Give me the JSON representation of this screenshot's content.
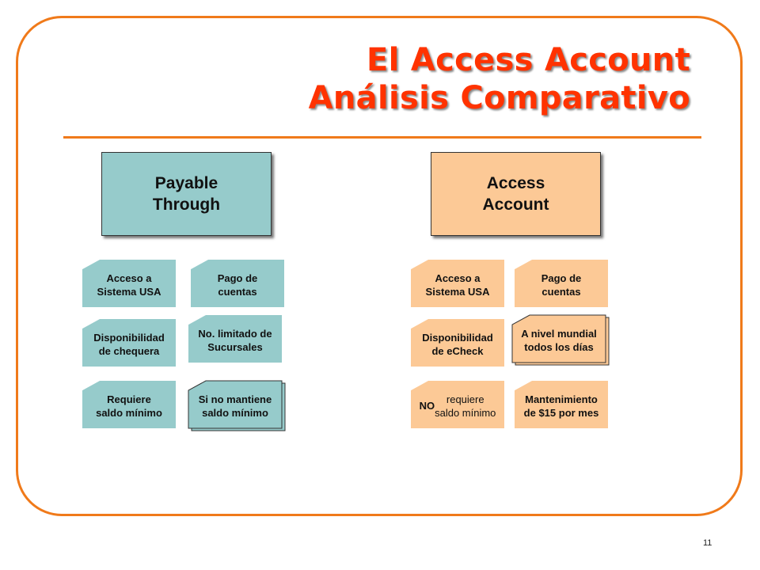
{
  "title": {
    "line1": "El Access Account",
    "line2": "Análisis Comparativo"
  },
  "left": {
    "header": "Payable\nThrough",
    "cards": [
      {
        "text": "Acceso a\nSistema USA",
        "stacked": false
      },
      {
        "text": "Pago de\ncuentas",
        "stacked": false
      },
      {
        "text": "Disponibilidad\nde chequera",
        "stacked": false
      },
      {
        "text": "No. limitado de\nSucursales",
        "stacked": false
      },
      {
        "text": "Requiere\nsaldo mínimo",
        "stacked": false
      },
      {
        "text": "Si no mantiene\nsaldo mínimo",
        "stacked": true
      }
    ]
  },
  "right": {
    "header": "Access\nAccount",
    "cards": [
      {
        "text": "Acceso a\nSistema USA",
        "stacked": false
      },
      {
        "text": "Pago de\ncuentas",
        "stacked": false
      },
      {
        "text": "Disponibilidad\nde eCheck",
        "stacked": false
      },
      {
        "text": "A nivel mundial\ntodos los días",
        "stacked": true
      },
      {
        "bold_part": "NO",
        "text": " requiere\nsaldo mínimo",
        "stacked": false
      },
      {
        "text": "Mantenimiento\nde $15 por mes",
        "stacked": false
      }
    ]
  },
  "page_number": "11",
  "colors": {
    "accent": "#f07a1a",
    "title": "#ff3300",
    "teal": "#96cbcb",
    "peach": "#fcc996"
  }
}
